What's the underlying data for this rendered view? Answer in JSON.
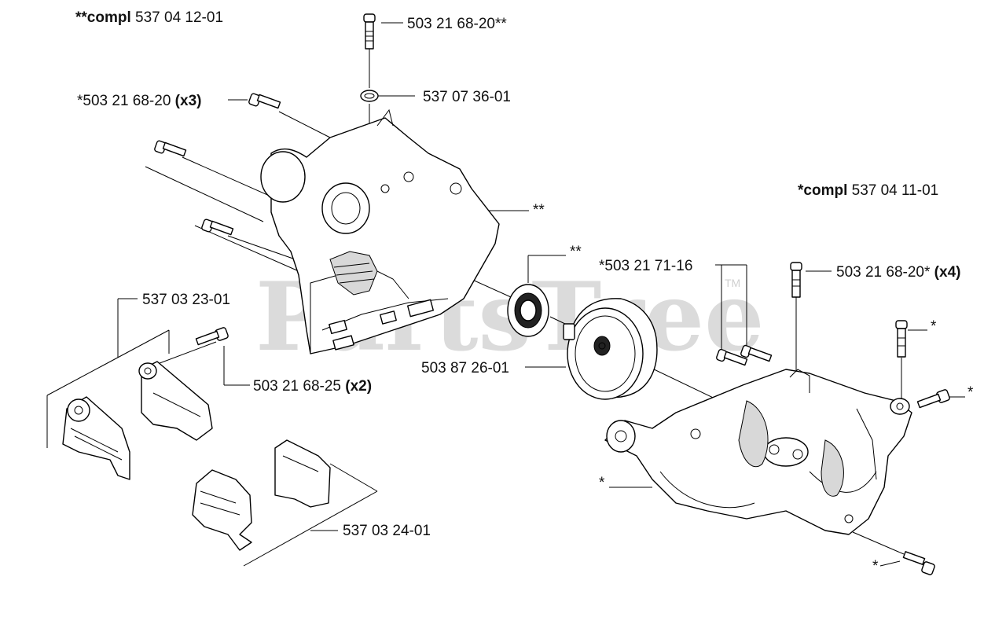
{
  "diagram": {
    "watermark": {
      "text": "PartsTree",
      "mark": "TM"
    },
    "assemblies": [
      {
        "prefix": "**compl ",
        "number": "537 04 12-01"
      },
      {
        "prefix": "*compl ",
        "number": "537 04 11-01"
      }
    ],
    "callouts": [
      {
        "id": "screw-top",
        "text": "503 21 68-20**",
        "qty": ""
      },
      {
        "id": "clip",
        "text": "537 07 36-01",
        "qty": ""
      },
      {
        "id": "screws-x3",
        "text": "*503 21 68-20 ",
        "qty": "(x3)"
      },
      {
        "id": "housing-half",
        "text": "**",
        "qty": ""
      },
      {
        "id": "bearing",
        "text": "**",
        "qty": ""
      },
      {
        "id": "screws-pair",
        "text": "*503 21 71-16",
        "qty": ""
      },
      {
        "id": "screws-x4",
        "text": "503 21 68-20* ",
        "qty": "(x4)"
      },
      {
        "id": "bracket-left",
        "text": "537 03 23-01",
        "qty": ""
      },
      {
        "id": "screws-x2",
        "text": "503 21 68-25 ",
        "qty": "(x2)"
      },
      {
        "id": "clutch-drum",
        "text": "503 87 26-01",
        "qty": ""
      },
      {
        "id": "clamp-halves",
        "text": "537 03 24-01",
        "qty": ""
      },
      {
        "id": "screw-right-a",
        "text": "*",
        "qty": ""
      },
      {
        "id": "screw-right-b",
        "text": "*",
        "qty": ""
      },
      {
        "id": "crankcase",
        "text": "*",
        "qty": ""
      },
      {
        "id": "screw-bottom",
        "text": "*",
        "qty": ""
      }
    ]
  }
}
